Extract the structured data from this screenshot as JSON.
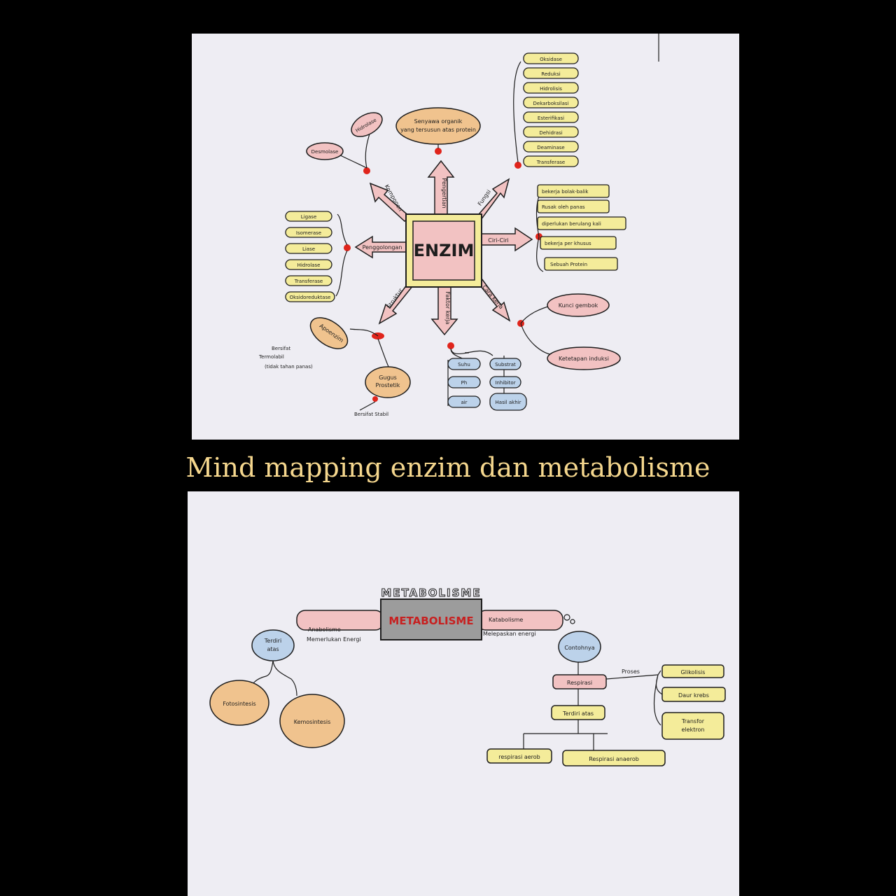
{
  "caption": "Mind mapping enzim dan metabolisme",
  "colors": {
    "background": "#000000",
    "paper": "#eeedf3",
    "caption": "#f5d78e",
    "pink": "#f2c2c2",
    "yellow": "#f4ec9a",
    "orange": "#f0c38e",
    "blue": "#bcd2ea",
    "red_dot": "#e0241b",
    "ink": "#1d1d1d"
  },
  "enzim_map": {
    "center": "ENZIM",
    "branches": {
      "pengertian": "Pengertian",
      "fungsi": "Fungsi",
      "ciri": "Ciri-Ciri",
      "cara_kerja": "Cara Kerja",
      "faktor": "Faktor kerja",
      "struktur": "Struktur",
      "penggolongan": "Penggolongan",
      "komponen": "Komponen"
    },
    "definition": [
      "Senyawa organik",
      "yang tersusun atas protein"
    ],
    "fungsi_items": [
      "Oksidase",
      "Reduksi",
      "Hidrolisis",
      "Dekarboksilasi",
      "Esterifikasi",
      "Dehidrasi",
      "Deaminase",
      "Transferase"
    ],
    "ciri_items": [
      "bekerja bolak-balik",
      "Rusak oleh panas",
      "diperlukan berulang kali",
      "bekerja per khusus",
      "Sebuah Protein"
    ],
    "penggolongan_items": [
      "Ligase",
      "Isomerase",
      "Liase",
      "Hidrolase",
      "Transferase",
      "Oksidoreduktase"
    ],
    "komponen_items": [
      "Desmolase",
      "Hidrolase"
    ],
    "cara_kerja_items": [
      "Kunci gembok",
      "Ketetapan induksi"
    ],
    "faktor_items": [
      "Suhu",
      "Substrat",
      "Ph",
      "Inhibitor",
      "air",
      "Hasil akhir"
    ],
    "struktur": {
      "apoenzim": "Apoenzim",
      "gugus": [
        "Gugus",
        "Prostetik"
      ],
      "apo_note": [
        "Bersifat",
        "Termolabil",
        "(tidak tahan panas)"
      ],
      "gugus_note": "Bersifat Stabil"
    }
  },
  "metabolisme_map": {
    "title": "METABOLISME",
    "center": "METABOLISME",
    "anabolisme": [
      "Anabolisme",
      "Memerlukan Energi"
    ],
    "katabolisme": [
      "Katabolisme",
      "Melepaskan energi"
    ],
    "terdiri_atas": [
      "Terdiri",
      "atas"
    ],
    "fotosintesis": "Fotosintesis",
    "kemosintesis": "Kemosintesis",
    "contohnya": "Contohnya",
    "respirasi": "Respirasi",
    "proses": "Proses",
    "proses_items": [
      "Glikolisis",
      "Daur krebs",
      "Transfor",
      "elektron"
    ],
    "terdiri_atas_2": "Terdiri atas",
    "respirasi_aerob": "respirasi aerob",
    "respirasi_anaerob": "Respirasi anaerob"
  }
}
